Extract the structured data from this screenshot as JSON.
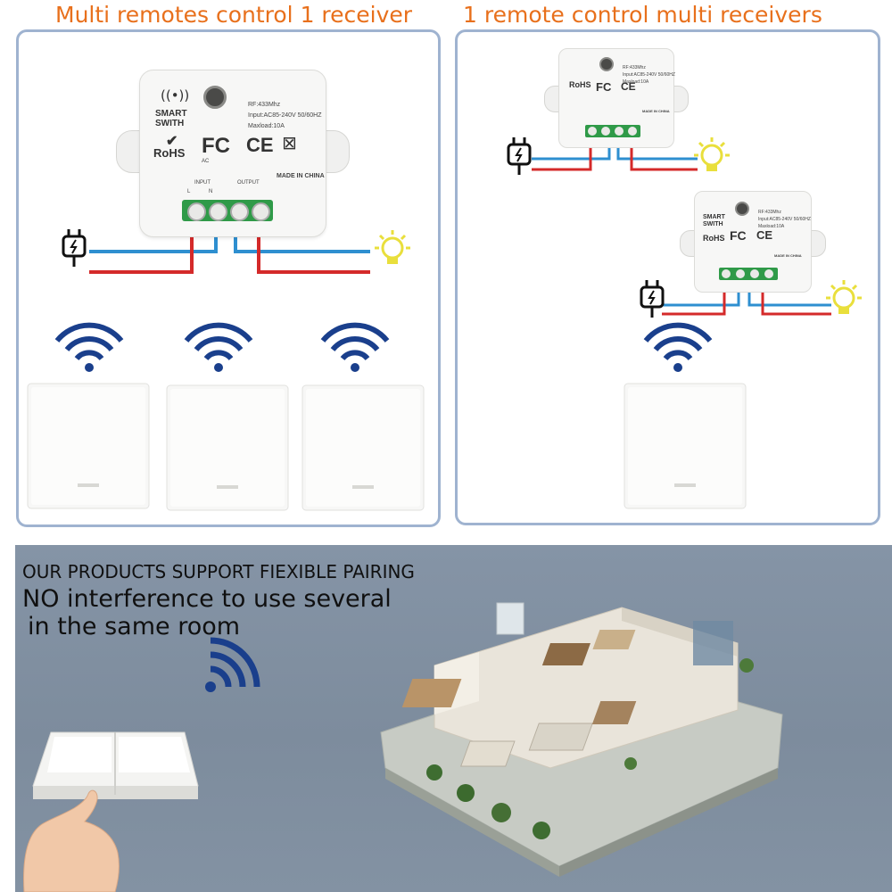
{
  "left_title": "Multi remotes control 1 receiver",
  "right_title": "1 remote control multi receivers",
  "receiver": {
    "label_line1": "SMART",
    "label_line2": "SWITH",
    "rohs": "RoHS",
    "fc": "FC",
    "ce": "CE",
    "spec_rf": "RF:433Mhz",
    "spec_input": "Input:AC85-240V 50/60HZ",
    "spec_load": "Maxload:10A",
    "made_in": "MADE IN CHINA",
    "input_label": "INPUT",
    "output_label": "OUTPUT",
    "ac_label": "AC",
    "terminal_l": "L",
    "terminal_n": "N"
  },
  "bottom": {
    "line1": "OUR PRODUCTS SUPPORT FIEXIBLE PAIRING",
    "line2": "NO interference to use several",
    "line3": "in the same room"
  },
  "colors": {
    "title_orange": "#e8701c",
    "panel_border": "#9fb3d0",
    "wire_blue": "#2e8fd0",
    "wire_red": "#d42a2a",
    "terminal_green": "#2f9a48",
    "wifi_navy": "#1a3f8c",
    "bulb_yellow": "#e9df3c"
  },
  "icons": [
    "wifi-icon",
    "plug-icon",
    "light-bulb-icon",
    "wall-switch",
    "checkmark-icon",
    "recycle-bin-icon"
  ]
}
